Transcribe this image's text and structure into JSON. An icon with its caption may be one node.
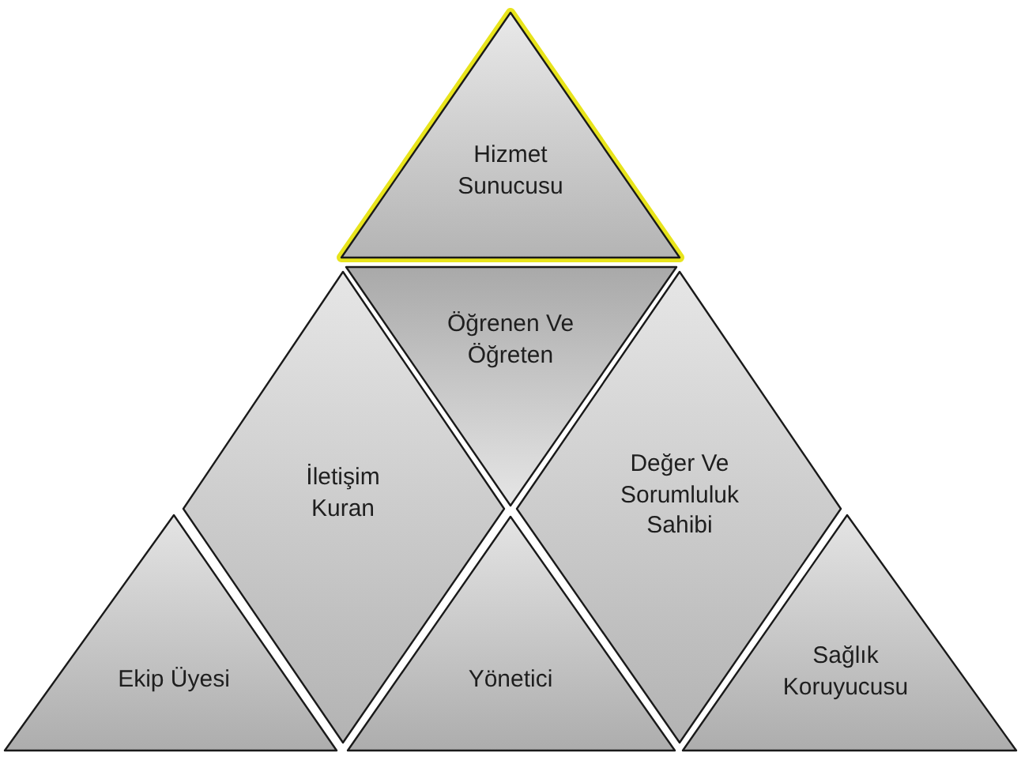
{
  "diagram": {
    "nodes": [
      {
        "text": [
          "Hizmet Sunucusu"
        ]
      },
      {
        "text": [
          "Öğrenen Ve Öğreten"
        ]
      },
      {
        "text": [
          "İletişim Kuran"
        ]
      },
      {
        "text": [
          "Değer Ve Sorumluluk Sahibi"
        ]
      },
      {
        "text": [
          "Ekip Üyesi"
        ]
      },
      {
        "text": [
          "Yönetici"
        ]
      },
      {
        "text": [
          "Sağlık Koruyucusu"
        ]
      }
    ]
  }
}
